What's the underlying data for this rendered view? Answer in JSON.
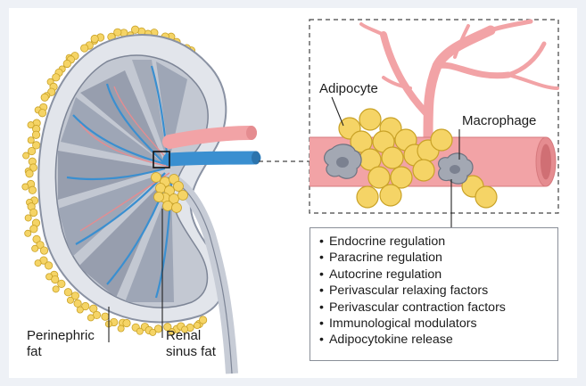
{
  "labels": {
    "adipocyte": "Adipocyte",
    "macrophage": "Macrophage",
    "perinephric_line1": "Perinephric",
    "perinephric_line2": "fat",
    "renal_sinus_line1": "Renal",
    "renal_sinus_line2": "sinus fat"
  },
  "functions": [
    "Endocrine regulation",
    "Paracrine regulation",
    "Autocrine regulation",
    "Perivascular relaxing factors",
    "Perivascular contraction factors",
    "Immunological modulators",
    "Adipocytokine release"
  ],
  "colors": {
    "fat": "#f5d466",
    "fat_outline": "#c9a227",
    "artery": "#f2a3a6",
    "vein": "#3a8fd0",
    "capsule": "#d4d8e0",
    "cortex": "#c7ccd6",
    "medulla": "#9aa2b3",
    "macrophage": "#9aa0ab"
  }
}
